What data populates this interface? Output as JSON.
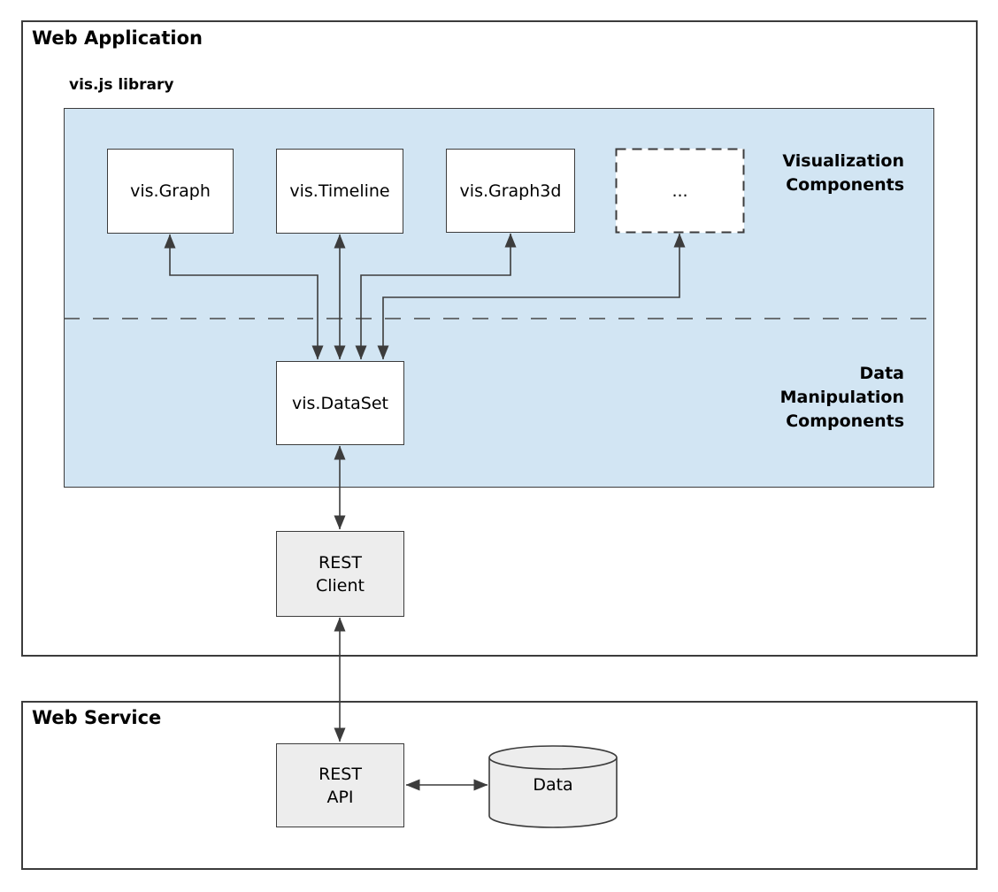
{
  "diagram": {
    "web_application": {
      "title": "Web Application",
      "library": {
        "label": "vis.js library",
        "components": [
          {
            "name": "vis.Graph"
          },
          {
            "name": "vis.Timeline"
          },
          {
            "name": "vis.Graph3d"
          },
          {
            "name": "..."
          }
        ],
        "dataset_label": "vis.DataSet",
        "section_labels": {
          "visualization": "Visualization\nComponents",
          "data_manipulation": "Data\nManipulation\nComponents"
        }
      },
      "rest_client_label": "REST\nClient"
    },
    "web_service": {
      "title": "Web Service",
      "rest_api_label": "REST\nAPI",
      "data_store_label": "Data"
    },
    "connections": [
      "vis.Graph <-> vis.DataSet",
      "vis.Timeline <-> vis.DataSet",
      "vis.Graph3d <-> vis.DataSet",
      "... <-> vis.DataSet",
      "vis.DataSet <-> REST Client",
      "REST Client <-> REST API",
      "REST API <-> Data"
    ],
    "colors": {
      "library_fill": "#d2e5f3",
      "box_border": "#3c3c3c",
      "gray_fill": "#ededed",
      "arrow": "#3c3c3c"
    }
  }
}
